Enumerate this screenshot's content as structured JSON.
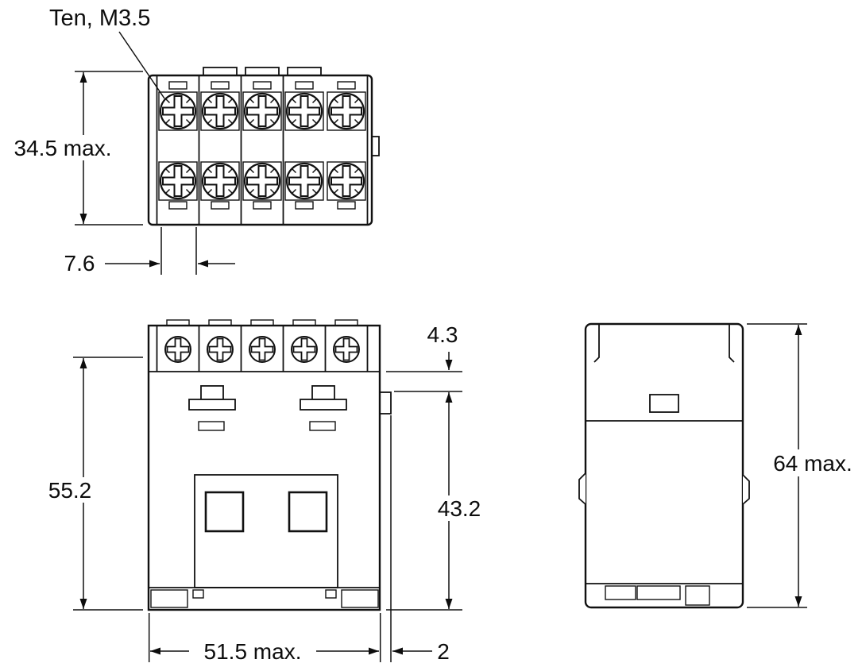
{
  "diagram": {
    "callout_label": "Ten, M3.5",
    "dimensions": {
      "top_view_height": "34.5 max.",
      "terminal_pitch": "7.6",
      "front_height": "55.2",
      "step_height": "4.3",
      "body_height": "43.2",
      "front_width": "51.5 max.",
      "side_protrusion": "2",
      "overall_height": "64 max."
    }
  }
}
